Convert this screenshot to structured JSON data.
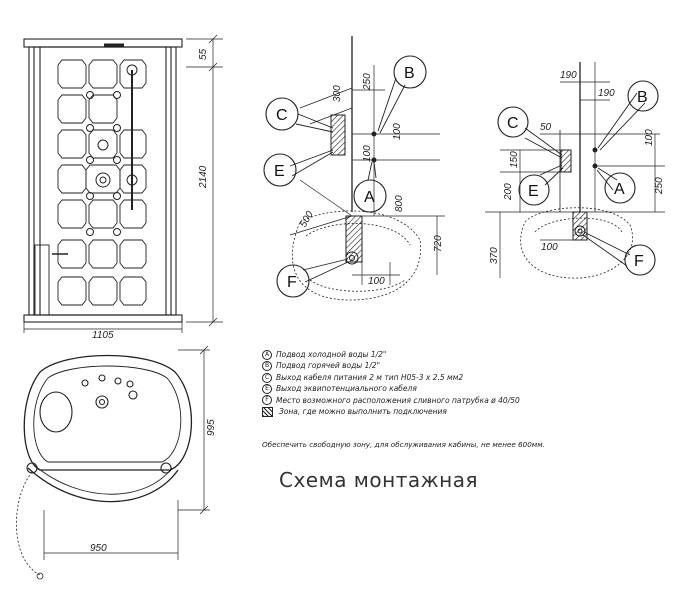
{
  "title": "Схема монтажная",
  "note": "Обеспечить свободную зону, для обслуживания кабины, не менее 600мм.",
  "legend": [
    {
      "marker": "A",
      "text": "Подвод холодной воды 1/2\""
    },
    {
      "marker": "B",
      "text": "Подвод горячей воды 1/2\""
    },
    {
      "marker": "C",
      "text": "Выход кабеля питания 2 м тип H05-3 x 2.5 мм2"
    },
    {
      "marker": "E",
      "text": "Выход эквипотенциального кабеля"
    },
    {
      "marker": "F",
      "text": "Место возможного расположения сливного патрубка ø 40/50"
    },
    {
      "marker": "hatch",
      "text": "Зона, где можно выполнить подключения"
    }
  ],
  "front_view": {
    "width": "1105",
    "height": "2140",
    "top_offset": "55"
  },
  "top_view": {
    "depth": "995",
    "door_width": "950"
  },
  "left_detail": {
    "callouts": [
      "A",
      "B",
      "C",
      "E",
      "F"
    ],
    "dims": {
      "d300": "300",
      "d250": "250",
      "d100a": "100",
      "d100b": "100",
      "d800": "800",
      "d500": "500",
      "d720": "720",
      "d100c": "100"
    }
  },
  "right_detail": {
    "callouts": [
      "A",
      "B",
      "C",
      "E",
      "F"
    ],
    "dims": {
      "d190a": "190",
      "d190b": "190",
      "d50": "50",
      "d100a": "100",
      "d150": "150",
      "d200": "200",
      "d250": "250",
      "d370": "370",
      "d100b": "100"
    }
  }
}
